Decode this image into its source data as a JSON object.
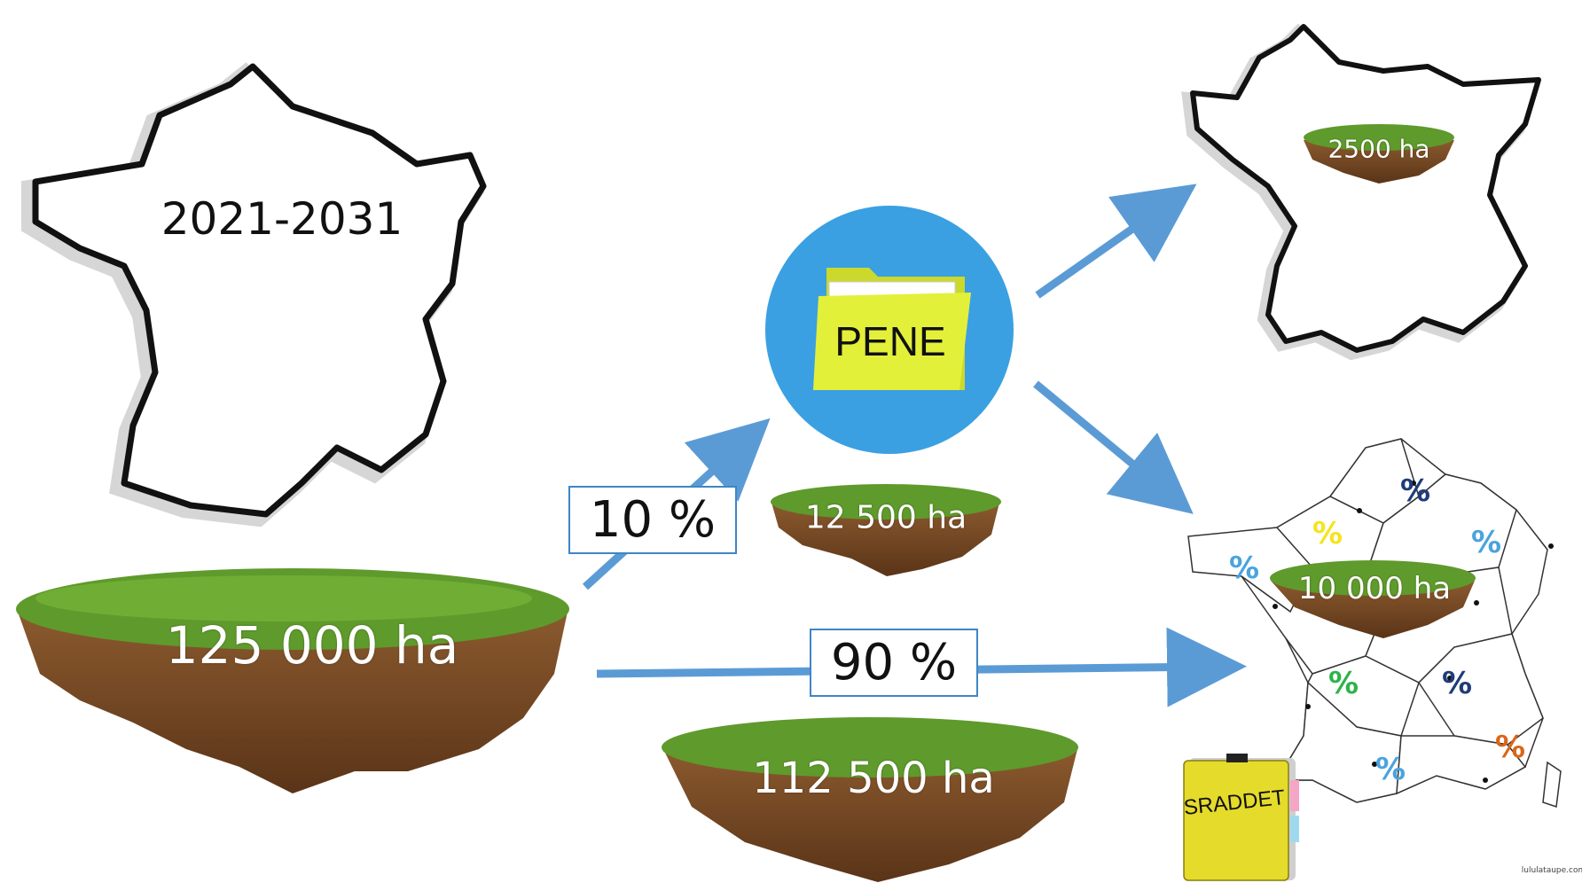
{
  "period": "2021-2031",
  "islands": {
    "total": "125 000 ha",
    "pene": "12 500 ha",
    "remaining": "112 500 ha",
    "national": "2500 ha",
    "regional": "10 000 ha"
  },
  "shares": {
    "pene_share": "10 %",
    "regional_share": "90 %"
  },
  "pene_folder_label": "PENE",
  "sraddet_label": "SRADDET",
  "region_percent_symbol": "%",
  "credit": "lululataupe.com",
  "colors": {
    "arrow": "#5b9bd5",
    "circle": "#3aa0e2",
    "folder": "#e3f03a",
    "grass": "#5f9a2c",
    "soil": "#7a4a26",
    "pct_navy": "#1f3b7a",
    "pct_blue": "#4aa3df",
    "pct_yellow": "#f4e41e",
    "pct_green": "#2db34a",
    "pct_orange": "#d9661b"
  }
}
